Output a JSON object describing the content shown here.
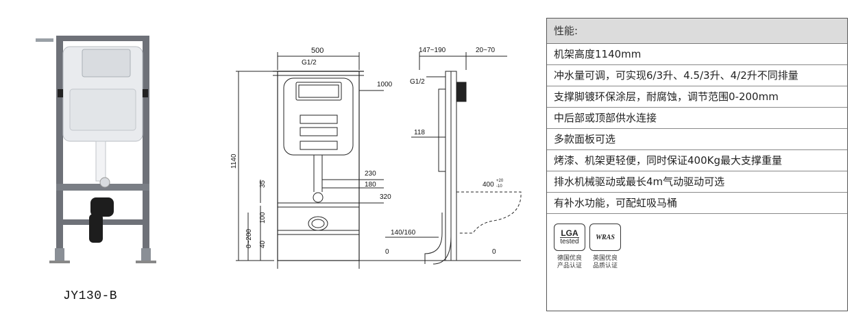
{
  "model": "JY130-B",
  "spec": {
    "header": "性能:",
    "rows": [
      "机架高度1140mm",
      "冲水量可调，可实现6/3升、4.5/3升、4/2升不同排量",
      "支撑脚镀环保涂层，耐腐蚀，调节范围0-200mm",
      "中后部或顶部供水连接",
      "多款面板可选",
      "烤漆、机架更轻便，同时保证400Kg最大支撑重量",
      "排水机械驱动或最长4m气动驱动可选",
      "有补水功能，可配虹吸马桶"
    ]
  },
  "certs": {
    "lga_top": "LGA",
    "lga_bottom": "tested",
    "wras": "WRAS",
    "cap_lga_1": "德国优良",
    "cap_lga_2": "产品认证",
    "cap_wras_1": "英国优良",
    "cap_wras_2": "品质认证"
  },
  "drawing": {
    "width": "500",
    "g12": "G1/2",
    "d1000": "1000",
    "d1140": "1140",
    "d230": "230",
    "d180": "180",
    "d320": "320",
    "d35": "35",
    "d100": "100",
    "d40": "40",
    "d0200": "0~200",
    "zero": "0",
    "side_147": "147~190",
    "side_20": "20~70",
    "side_g12": "G1/2",
    "side_118": "118",
    "side_400": "400",
    "side_tol": "+20",
    "side_tol2": "-10",
    "side_140": "140/160"
  },
  "colors": {
    "frame": "#6e7178",
    "tank": "#e9ebee",
    "line": "#222222"
  }
}
